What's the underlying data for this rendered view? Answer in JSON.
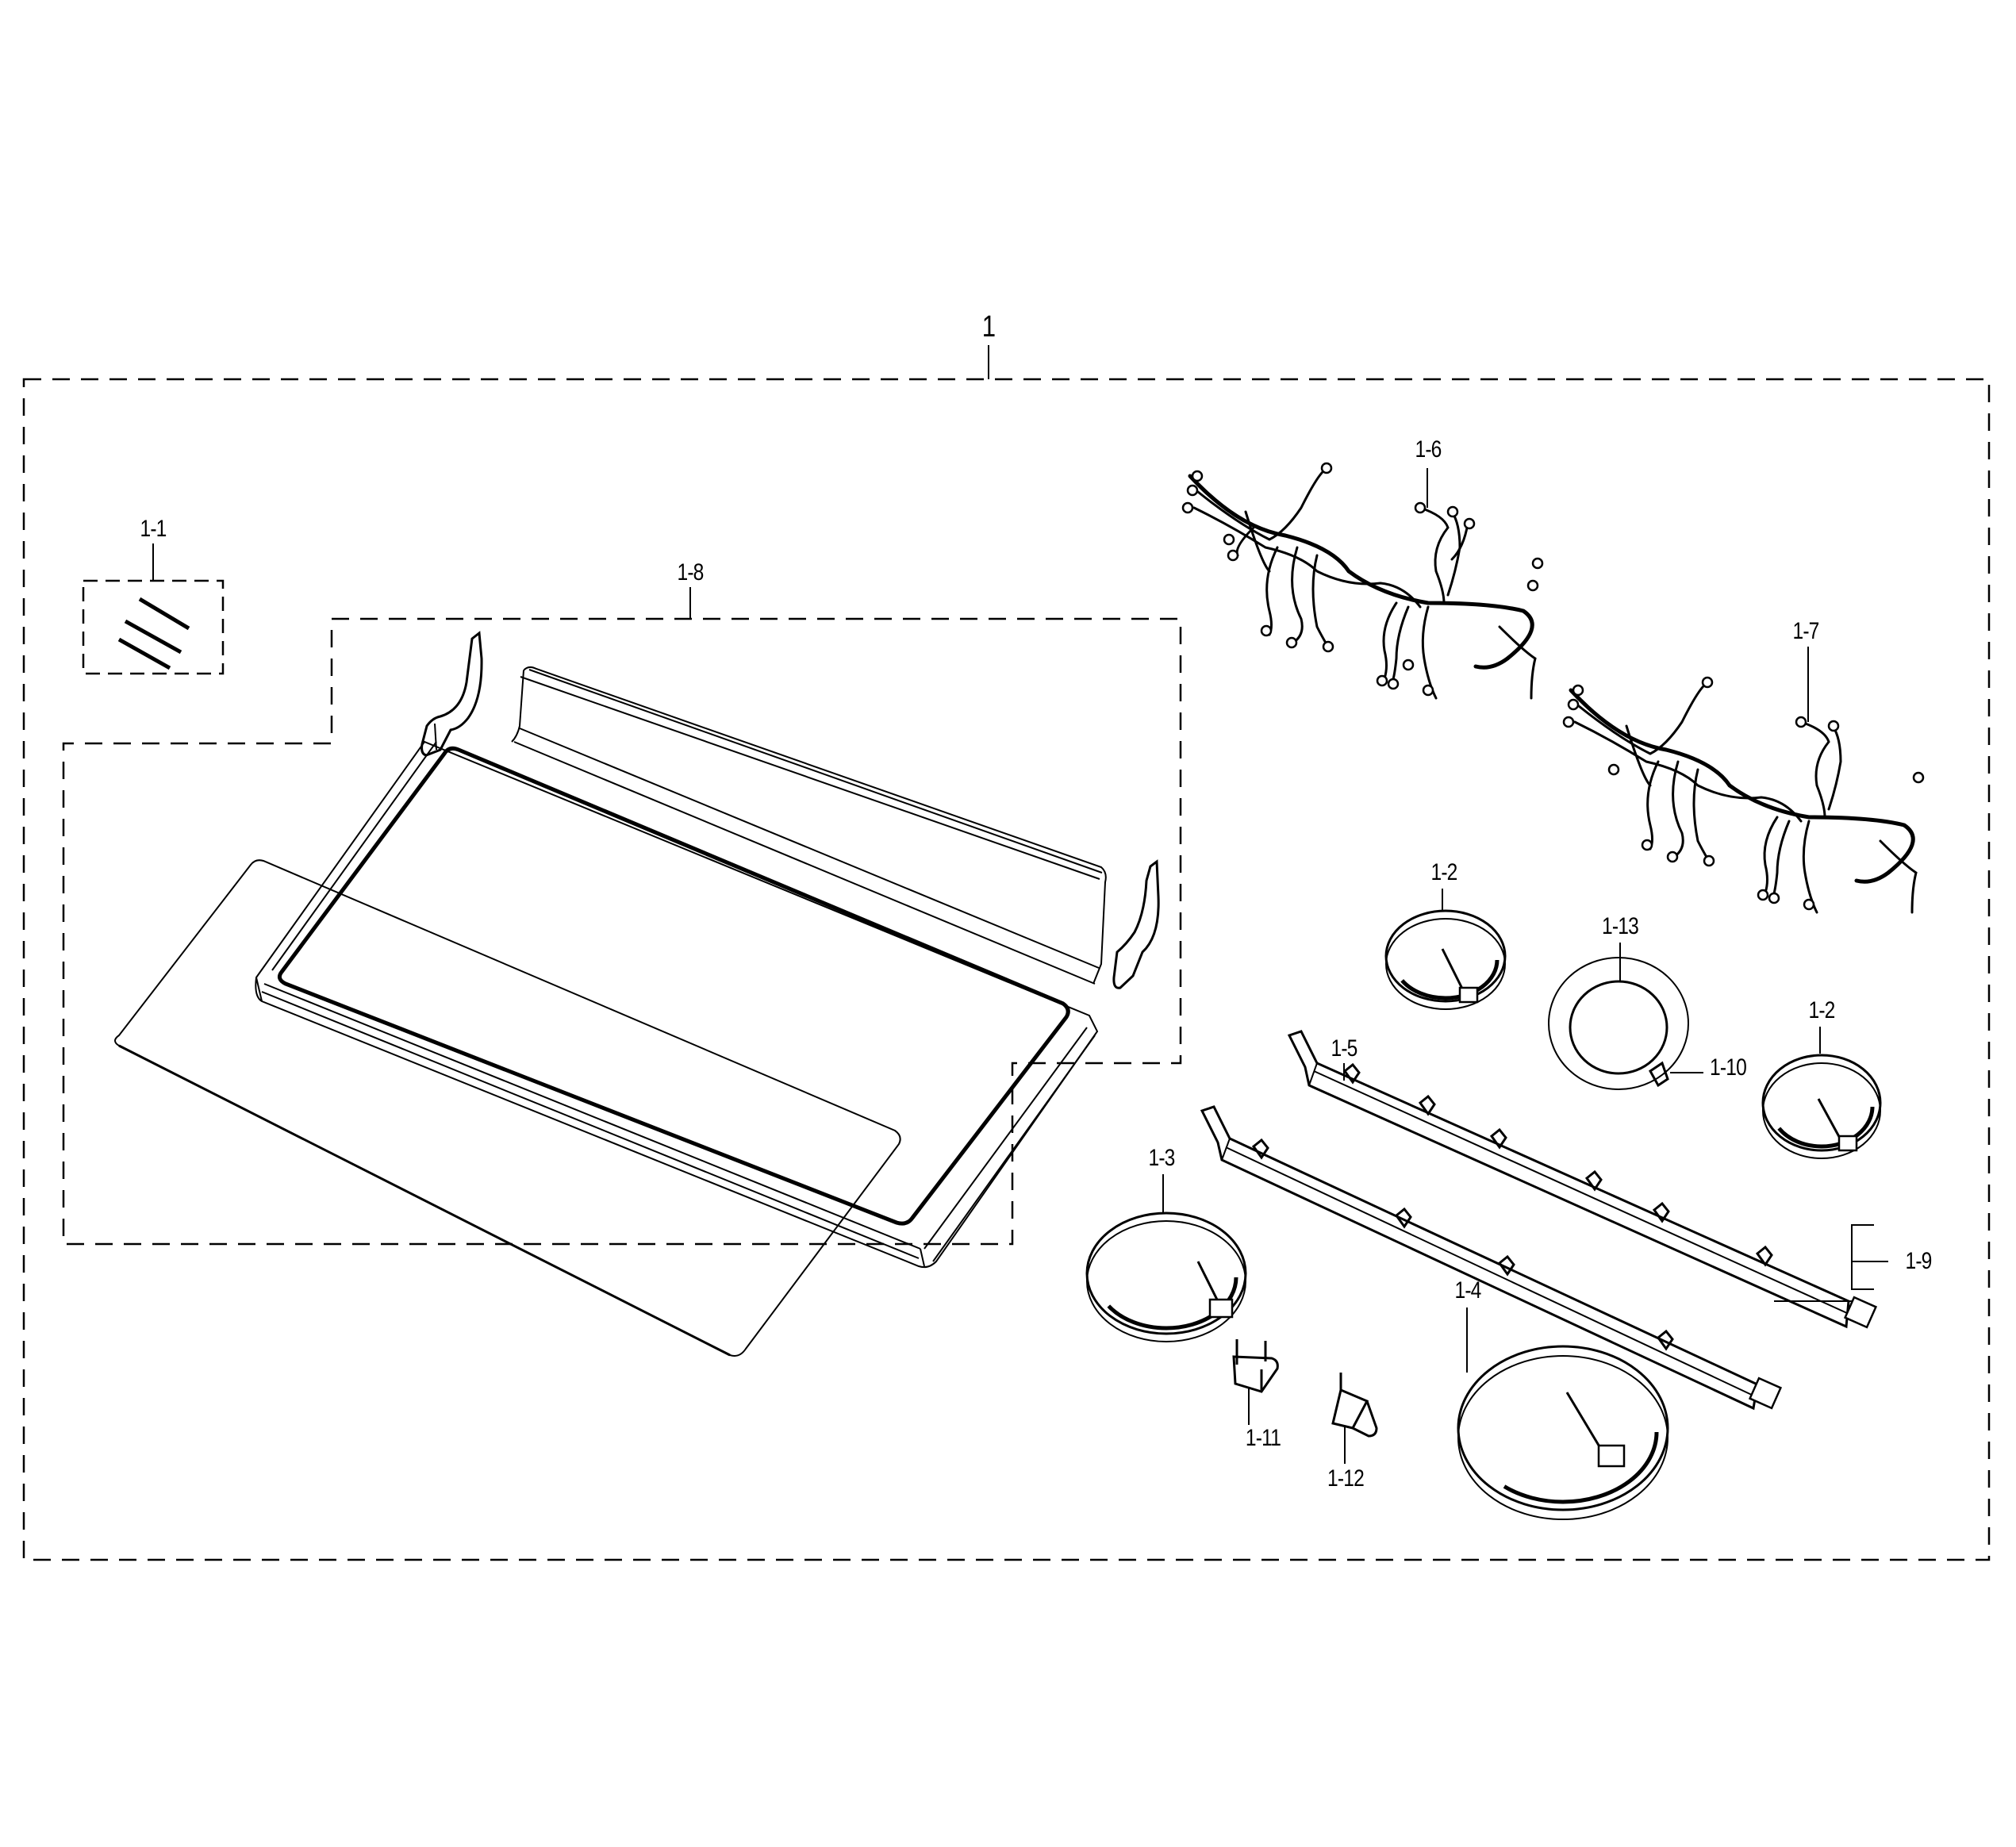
{
  "diagram": {
    "title": "Cooktop assembly exploded parts diagram",
    "assembly_label": "1",
    "callouts": [
      {
        "id": "1-1",
        "label": "1-1",
        "part": "seal strips"
      },
      {
        "id": "1-2a",
        "label": "1-2",
        "part": "small heating element (rear left)"
      },
      {
        "id": "1-2b",
        "label": "1-2",
        "part": "small heating element (right)"
      },
      {
        "id": "1-3",
        "label": "1-3",
        "part": "medium heating element"
      },
      {
        "id": "1-4",
        "label": "1-4",
        "part": "large heating element"
      },
      {
        "id": "1-5",
        "label": "1-5",
        "part": "element support bracket"
      },
      {
        "id": "1-6",
        "label": "1-6",
        "part": "wire harness"
      },
      {
        "id": "1-7",
        "label": "1-7",
        "part": "wire harness"
      },
      {
        "id": "1-8",
        "label": "1-8",
        "part": "glass cooktop with frame and side brackets"
      },
      {
        "id": "1-9",
        "label": "1-9",
        "part": "element support rails"
      },
      {
        "id": "1-10",
        "label": "1-10",
        "part": "clip"
      },
      {
        "id": "1-11",
        "label": "1-11",
        "part": "bracket"
      },
      {
        "id": "1-12",
        "label": "1-12",
        "part": "bracket"
      },
      {
        "id": "1-13",
        "label": "1-13",
        "part": "ring"
      }
    ],
    "labels": {
      "assembly": "1",
      "c1_1": "1-1",
      "c1_2a": "1-2",
      "c1_2b": "1-2",
      "c1_3": "1-3",
      "c1_4": "1-4",
      "c1_5": "1-5",
      "c1_6": "1-6",
      "c1_7": "1-7",
      "c1_8": "1-8",
      "c1_9": "1-9",
      "c1_10": "1-10",
      "c1_11": "1-11",
      "c1_12": "1-12",
      "c1_13": "1-13"
    },
    "colors": {
      "line": "#000000",
      "background": "#ffffff"
    }
  }
}
